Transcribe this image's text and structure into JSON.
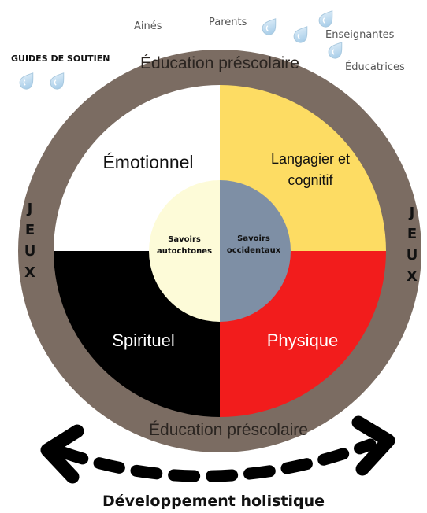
{
  "top_labels": {
    "aines": "Ainés",
    "parents": "Parents",
    "enseignantes": "Enseignantes",
    "educatrices": "Éducatrices",
    "guides": "GUIDES DE SOUTIEN"
  },
  "ring": {
    "top_text": "Éducation préscolaire",
    "bottom_text": "Éducation préscolaire",
    "left_letters": [
      "J",
      "E",
      "U",
      "X"
    ],
    "right_letters": [
      "J",
      "E",
      "U",
      "X"
    ],
    "color": "#7b6c62"
  },
  "quadrants": {
    "emotionnel": {
      "label": "Émotionnel",
      "color": "#ffffff"
    },
    "langagier": {
      "line1": "Langagier et",
      "line2": "cognitif",
      "color": "#fddc63"
    },
    "spirituel": {
      "label": "Spirituel",
      "color": "#000000"
    },
    "physique": {
      "label": "Physique",
      "color": "#f21c1c"
    }
  },
  "center": {
    "left_line1": "Savoirs",
    "left_line2": "autochtones",
    "left_color": "#fdfbd8",
    "right_line1": "Savoirs",
    "right_line2": "occidentaux",
    "right_color": "#7e8fa5"
  },
  "footer": {
    "title": "Développement holistique"
  }
}
